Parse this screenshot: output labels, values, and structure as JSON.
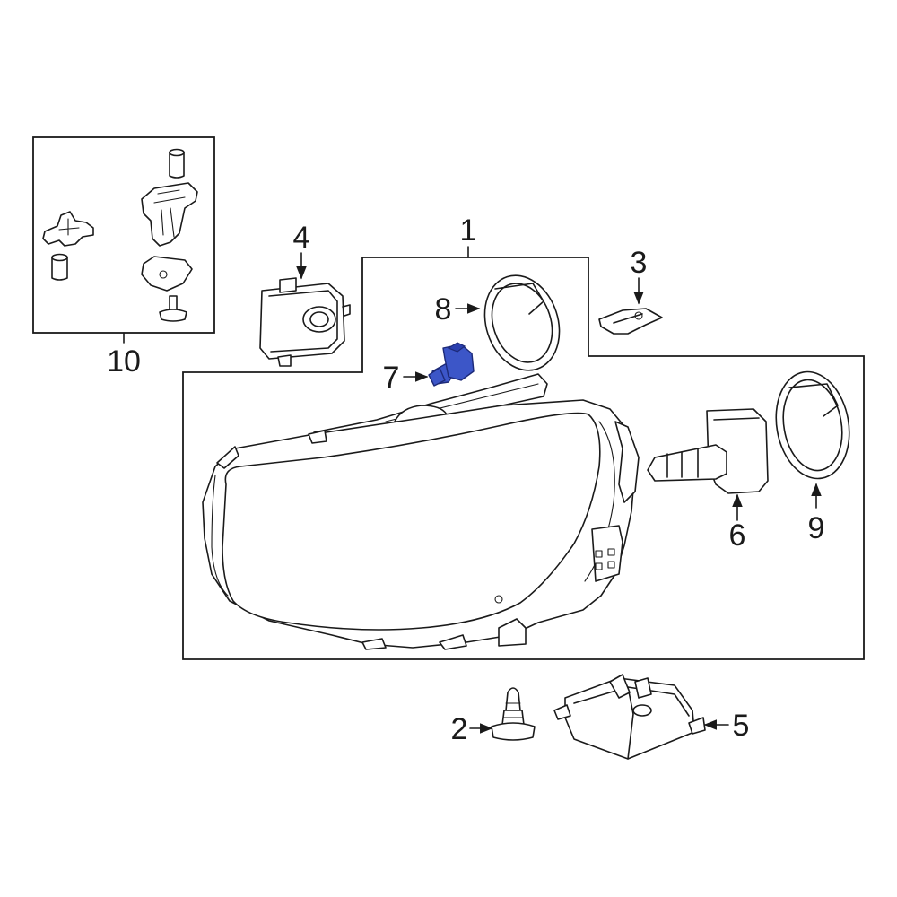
{
  "callouts": [
    {
      "id": "1",
      "label": "1"
    },
    {
      "id": "2",
      "label": "2"
    },
    {
      "id": "3",
      "label": "3"
    },
    {
      "id": "4",
      "label": "4"
    },
    {
      "id": "5",
      "label": "5"
    },
    {
      "id": "6",
      "label": "6"
    },
    {
      "id": "7",
      "label": "7"
    },
    {
      "id": "8",
      "label": "8"
    },
    {
      "id": "9",
      "label": "9"
    },
    {
      "id": "10",
      "label": "10"
    }
  ],
  "colors": {
    "line": "#1a1a1a",
    "highlight": "#3c56c8",
    "background": "#ffffff"
  },
  "icons": {
    "highlighted_part": "bulb-icon"
  }
}
